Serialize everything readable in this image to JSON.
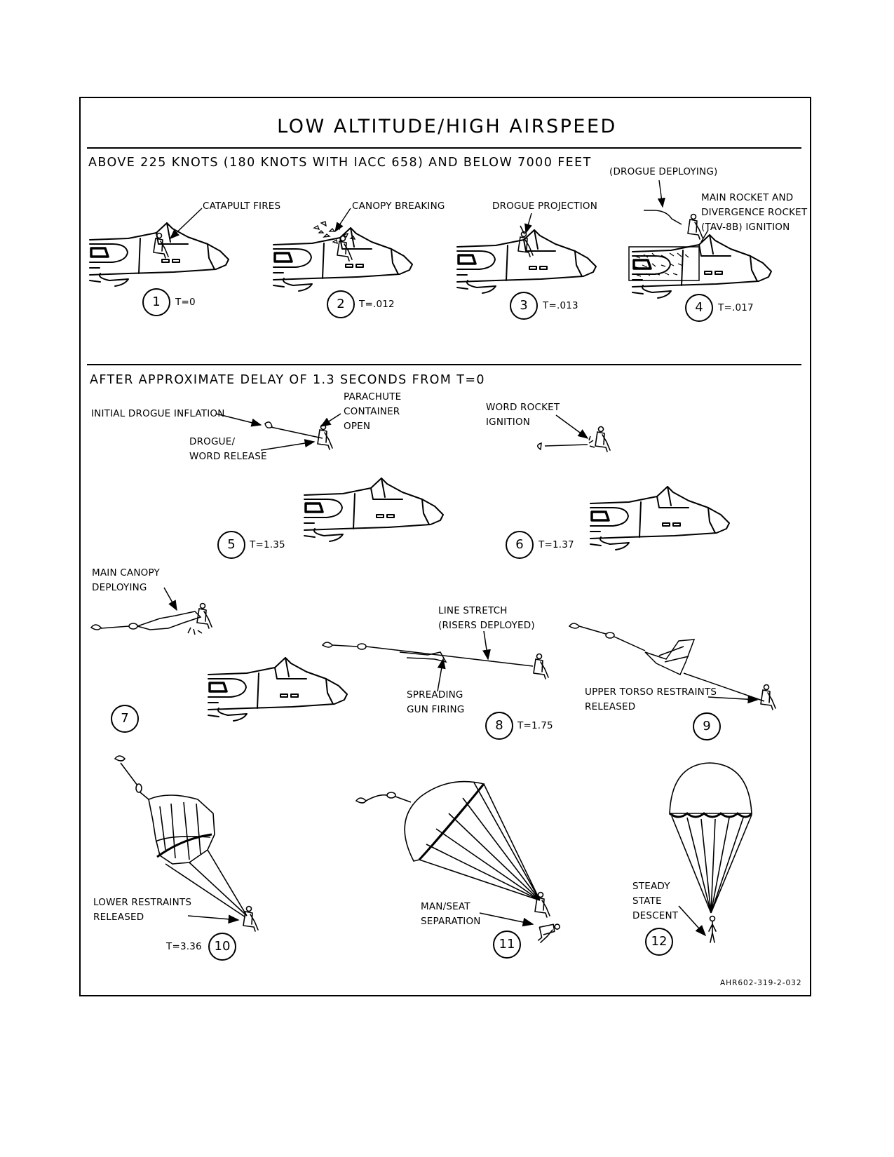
{
  "title": "LOW ALTITUDE/HIGH AIRSPEED",
  "section1": {
    "heading": "ABOVE 225 KNOTS (180 KNOTS WITH IACC 658) AND BELOW 7000 FEET",
    "steps": [
      {
        "number": "1",
        "time": "T=0",
        "label": "CATAPULT FIRES"
      },
      {
        "number": "2",
        "time": "T=.012",
        "label": "CANOPY BREAKING"
      },
      {
        "number": "3",
        "time": "T=.013",
        "label": "DROGUE PROJECTION"
      },
      {
        "number": "4",
        "time": "T=.017",
        "label": "MAIN ROCKET AND\nDIVERGENCE ROCKET\n(TAV-8B) IGNITION",
        "label2": "(DROGUE DEPLOYING)"
      }
    ]
  },
  "section2": {
    "heading": "AFTER APPROXIMATE DELAY OF 1.3 SECONDS FROM T=0",
    "steps": [
      {
        "number": "5",
        "time": "T=1.35",
        "labels": [
          "INITIAL DROGUE INFLATION",
          "PARACHUTE\nCONTAINER\nOPEN",
          "DROGUE/\nWORD RELEASE"
        ]
      },
      {
        "number": "6",
        "time": "T=1.37",
        "labels": [
          "WORD ROCKET\nIGNITION"
        ]
      },
      {
        "number": "7",
        "time": "",
        "labels": [
          "MAIN CANOPY\nDEPLOYING"
        ]
      },
      {
        "number": "8",
        "time": "T=1.75",
        "labels": [
          "LINE STRETCH\n(RISERS DEPLOYED)",
          "SPREADING\nGUN FIRING"
        ]
      },
      {
        "number": "9",
        "time": "",
        "labels": [
          "UPPER TORSO RESTRAINTS\nRELEASED"
        ]
      },
      {
        "number": "10",
        "time": "T=3.36",
        "labels": [
          "LOWER RESTRAINTS\nRELEASED"
        ]
      },
      {
        "number": "11",
        "time": "",
        "labels": [
          "MAN/SEAT\nSEPARATION"
        ]
      },
      {
        "number": "12",
        "time": "",
        "labels": [
          "STEADY\nSTATE\nDESCENT"
        ]
      }
    ]
  },
  "figure_id": "AHR602-319-2-032"
}
